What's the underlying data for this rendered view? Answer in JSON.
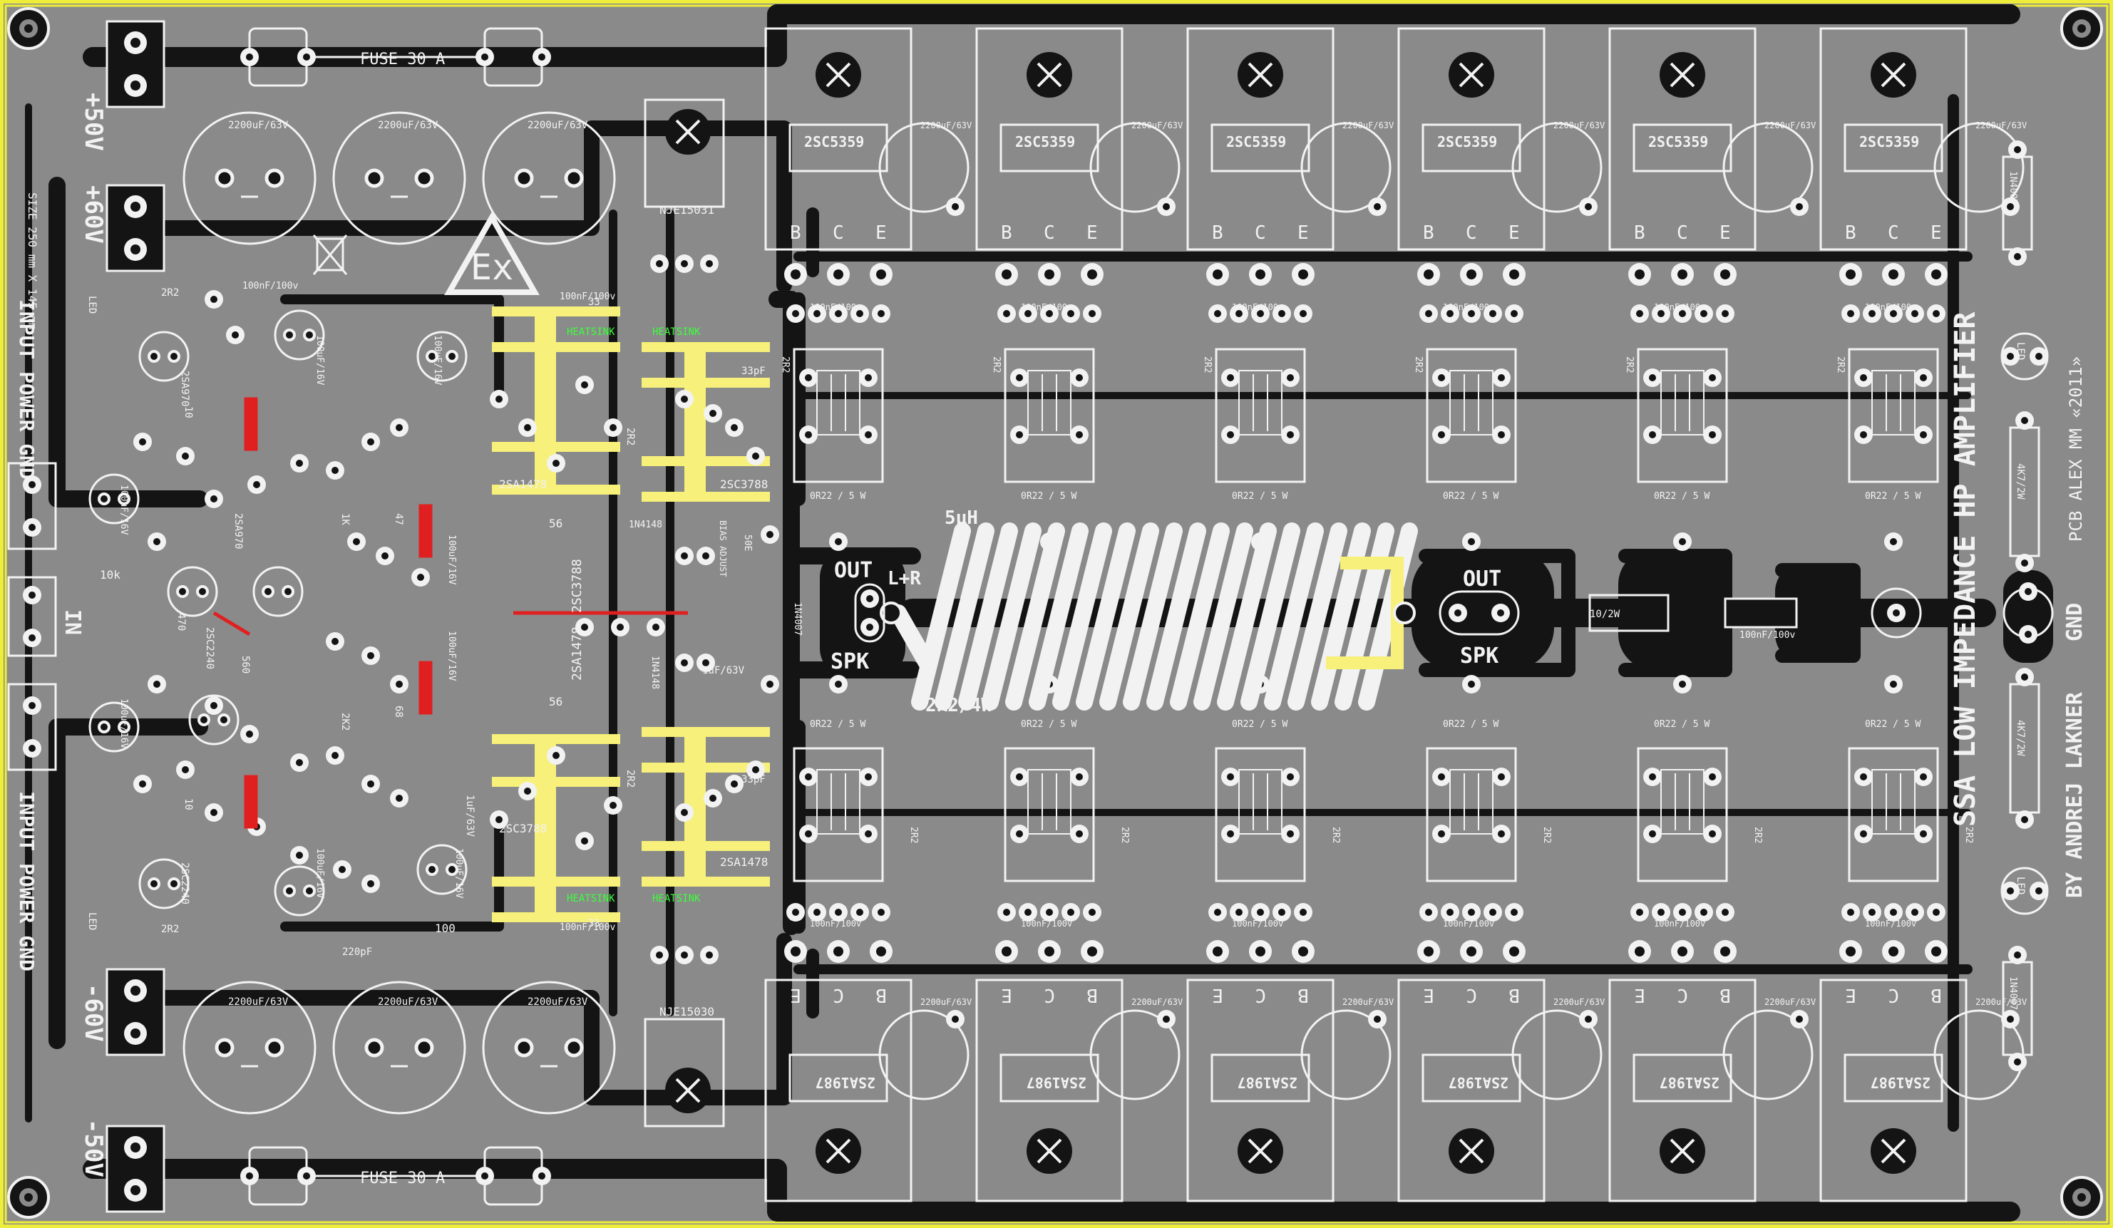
{
  "board": {
    "title": "SSA LOW IMPEDANCE HP AMPLIFIER",
    "author": "BY ANDREJ LAKNER",
    "pcb_credit": "PCB ALEX MM «2011»",
    "size_note": "SIZE 250 mm X 145 mm",
    "gnd_label": "GND",
    "colors": {
      "board": "#8a8a8a",
      "trace": "#141414",
      "silk": "#f2f2f2",
      "heatsink": "#f7f07a",
      "edge": "#eded3a",
      "red": "#e02020",
      "green": "#3cff3c"
    }
  },
  "connectors": {
    "top_plus50": "+50V",
    "top_plus60": "+60V",
    "bottom_minus60": "-60V",
    "bottom_minus50": "-50V",
    "input_power_gnd_top": "INPUT POWER GND",
    "input_power_gnd_bottom": "INPUT POWER GND",
    "in": "IN"
  },
  "fuses": {
    "top": "FUSE  30  A",
    "bottom": "FUSE  30  A"
  },
  "capacitors": {
    "bulk": "2200uF/63V",
    "film": "100nF/100v",
    "mid": "100uF/16V",
    "pf33": "33pF",
    "pf220": "220pF",
    "uf1": "1uF/63V"
  },
  "transistors": {
    "top_output": "2SC5359",
    "bottom_output": "2SA1987",
    "pins_top": [
      "B",
      "C",
      "E"
    ],
    "pins_bottom": [
      "E",
      "C",
      "B"
    ],
    "driver_top": "NJE15031",
    "driver_bottom": "NJE15030",
    "pre_npn": "2SC3788",
    "pre_pnp": "2SA1478",
    "small_a": "2SA970",
    "small_c": "2SC2240",
    "heatsink": "HEATSINK"
  },
  "resistors": {
    "emitter": "0R22 / 5 W",
    "r2r2": "2R2",
    "r10r2w": "10/2W",
    "r4k72w": "4K7/2W",
    "r10": "10",
    "r56": "56",
    "r100": "100",
    "r10k": "10k",
    "r33": "33",
    "r1k": "1K",
    "r2k2": "2K2",
    "r560": "560",
    "r470": "470",
    "r47": "47",
    "r68": "68"
  },
  "output": {
    "inductor": "5μH",
    "coil_res": "2R2/4W",
    "out_left": "OUT",
    "out_right": "OUT",
    "spk_left": "SPK",
    "spk_right": "SPK",
    "lr": "L+R"
  },
  "misc": {
    "led": "LED",
    "bias": "BIAS ADJUST",
    "s50": "50E",
    "diode": "1N4148",
    "zener": "1N4007"
  }
}
